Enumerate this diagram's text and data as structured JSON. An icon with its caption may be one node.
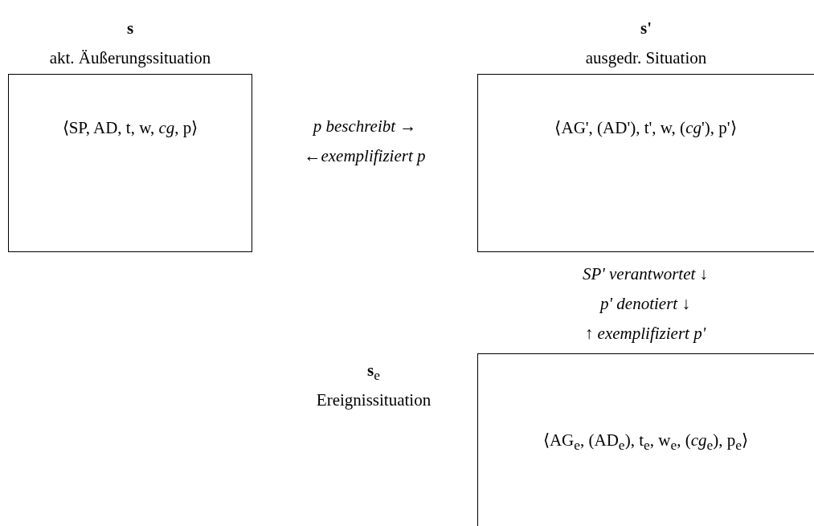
{
  "diagram": {
    "nodes": [
      {
        "text": [
          "s",
          "akt. Äußerungssituation",
          "⟨SP, AD, t, w, *cg*, p⟩"
        ]
      },
      {
        "text": [
          "s'",
          "ausgedr. Situation",
          "⟨AG', (AD'), t', w, (*cg*'), p'⟩"
        ]
      },
      {
        "text": [
          "⟨AG$_{e}$, (AD$_{e}$), t$_{e}$, w$_{e}$, (*cg*$_{e}$), p$_{e}$⟩"
        ],
        "beside": [
          "**s**$_{e}$",
          "Ereignissituation"
        ]
      }
    ],
    "edges": [],
    "labels": [
      "p beschreibt →",
      "←exemplifiziert p",
      "SP' verantwortet ↓",
      "p' denotiert ↓",
      "↑ exemplifiziert p'"
    ]
  }
}
